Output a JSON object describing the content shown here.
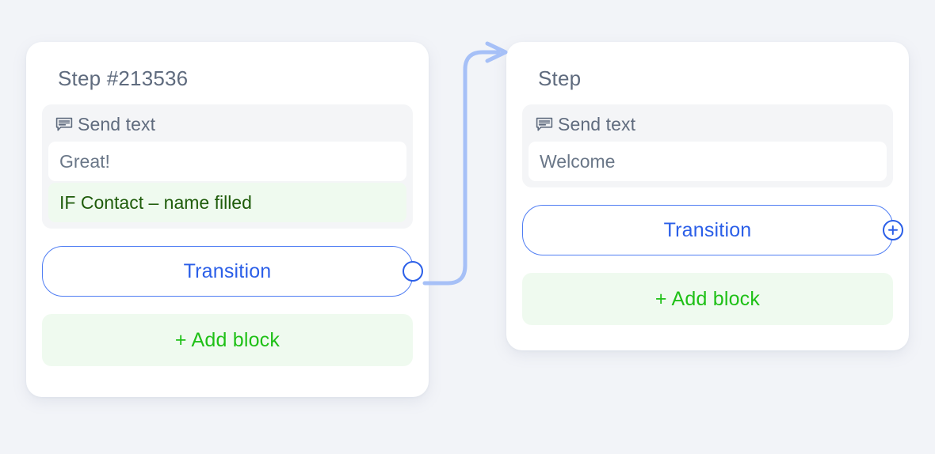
{
  "canvas": {
    "background_color": "#f2f4f8"
  },
  "palette": {
    "card_background": "#ffffff",
    "title_text": "#5f6b7e",
    "block_background": "#f4f5f7",
    "input_background": "#ffffff",
    "input_text": "#6a7788",
    "condition_background": "#effaef",
    "condition_text": "#1f5c0b",
    "transition_border": "#4f7df3",
    "transition_text": "#2b5fe8",
    "add_block_background": "#effaef",
    "add_block_text": "#1fc017",
    "connector_line": "#a6c0f7"
  },
  "steps": [
    {
      "id": "left",
      "title": "Step #213536",
      "block": {
        "icon": "speech-bubble-lines-icon",
        "type_label": "Send text",
        "message_value": "Great!",
        "condition_label": "IF Contact – name filled"
      },
      "transition": {
        "label": "Transition",
        "port_icon": "connection-port-circle-icon",
        "port_type": "connected"
      },
      "add_block_label": "+ Add block"
    },
    {
      "id": "right",
      "title": "Step",
      "block": {
        "icon": "speech-bubble-lines-icon",
        "type_label": "Send text",
        "message_value": "Welcome",
        "condition_label": null
      },
      "transition": {
        "label": "Transition",
        "port_icon": "plus-circle-icon",
        "port_type": "add"
      },
      "add_block_label": "+ Add block"
    }
  ],
  "connector": {
    "from_step": "left",
    "to_step": "right",
    "arrow_icon": "arrow-right-icon"
  }
}
